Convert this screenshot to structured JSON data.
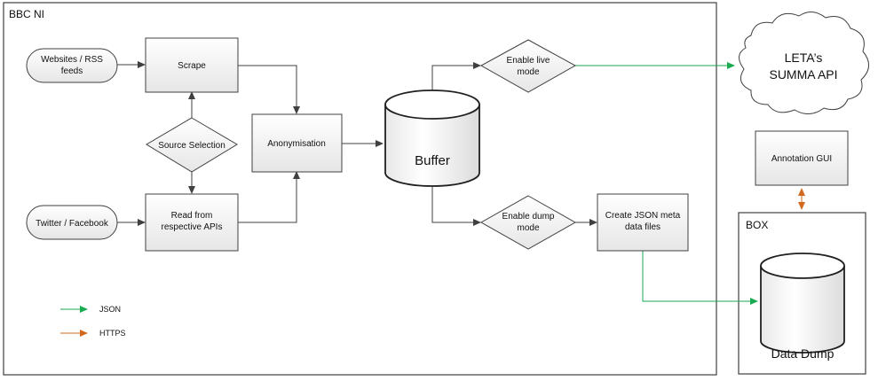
{
  "containers": {
    "bbc": "BBC NI",
    "box": "BOX"
  },
  "nodes": {
    "websites_line1": "Websites / RSS",
    "websites_line2": "feeds",
    "twitter": "Twitter / Facebook",
    "scrape": "Scrape",
    "source_selection": "Source Selection",
    "read_line1": "Read from",
    "read_line2": "respective APIs",
    "anonymisation": "Anonymisation",
    "buffer": "Buffer",
    "live_line1": "Enable live",
    "live_line2": "mode",
    "dump_line1": "Enable dump",
    "dump_line2": "mode",
    "json_line1": "Create JSON meta",
    "json_line2": "data files",
    "leta_line1": "LETA’s",
    "leta_line2": "SUMMA API",
    "annotation": "Annotation GUI",
    "datadump": "Data Dump"
  },
  "legend": {
    "json": "JSON",
    "https": "HTTPS"
  },
  "colors": {
    "json": "#1aaa50",
    "https": "#d2691e",
    "stroke": "#404040",
    "node_fill_top": "#ffffff",
    "node_fill_bottom": "#e8e8e8"
  }
}
